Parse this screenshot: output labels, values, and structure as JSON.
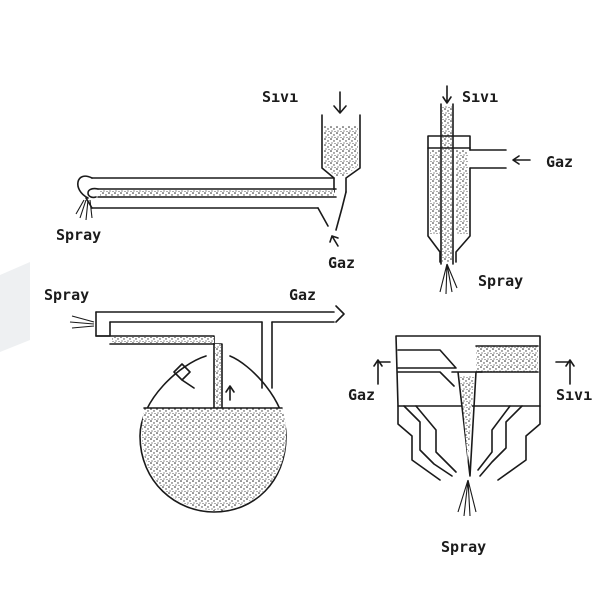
{
  "labels": {
    "d1_liquid": "Sıvı",
    "d1_spray": "Spray",
    "d1_gas": "Gaz",
    "d2_liquid": "Sıvı",
    "d2_gas": "Gaz",
    "d2_spray": "Spray",
    "d3_spray": "Spray",
    "d3_gas": "Gaz",
    "d4_gas": "Gaz",
    "d4_liquid": "Sıvı",
    "d4_spray": "Spray"
  }
}
